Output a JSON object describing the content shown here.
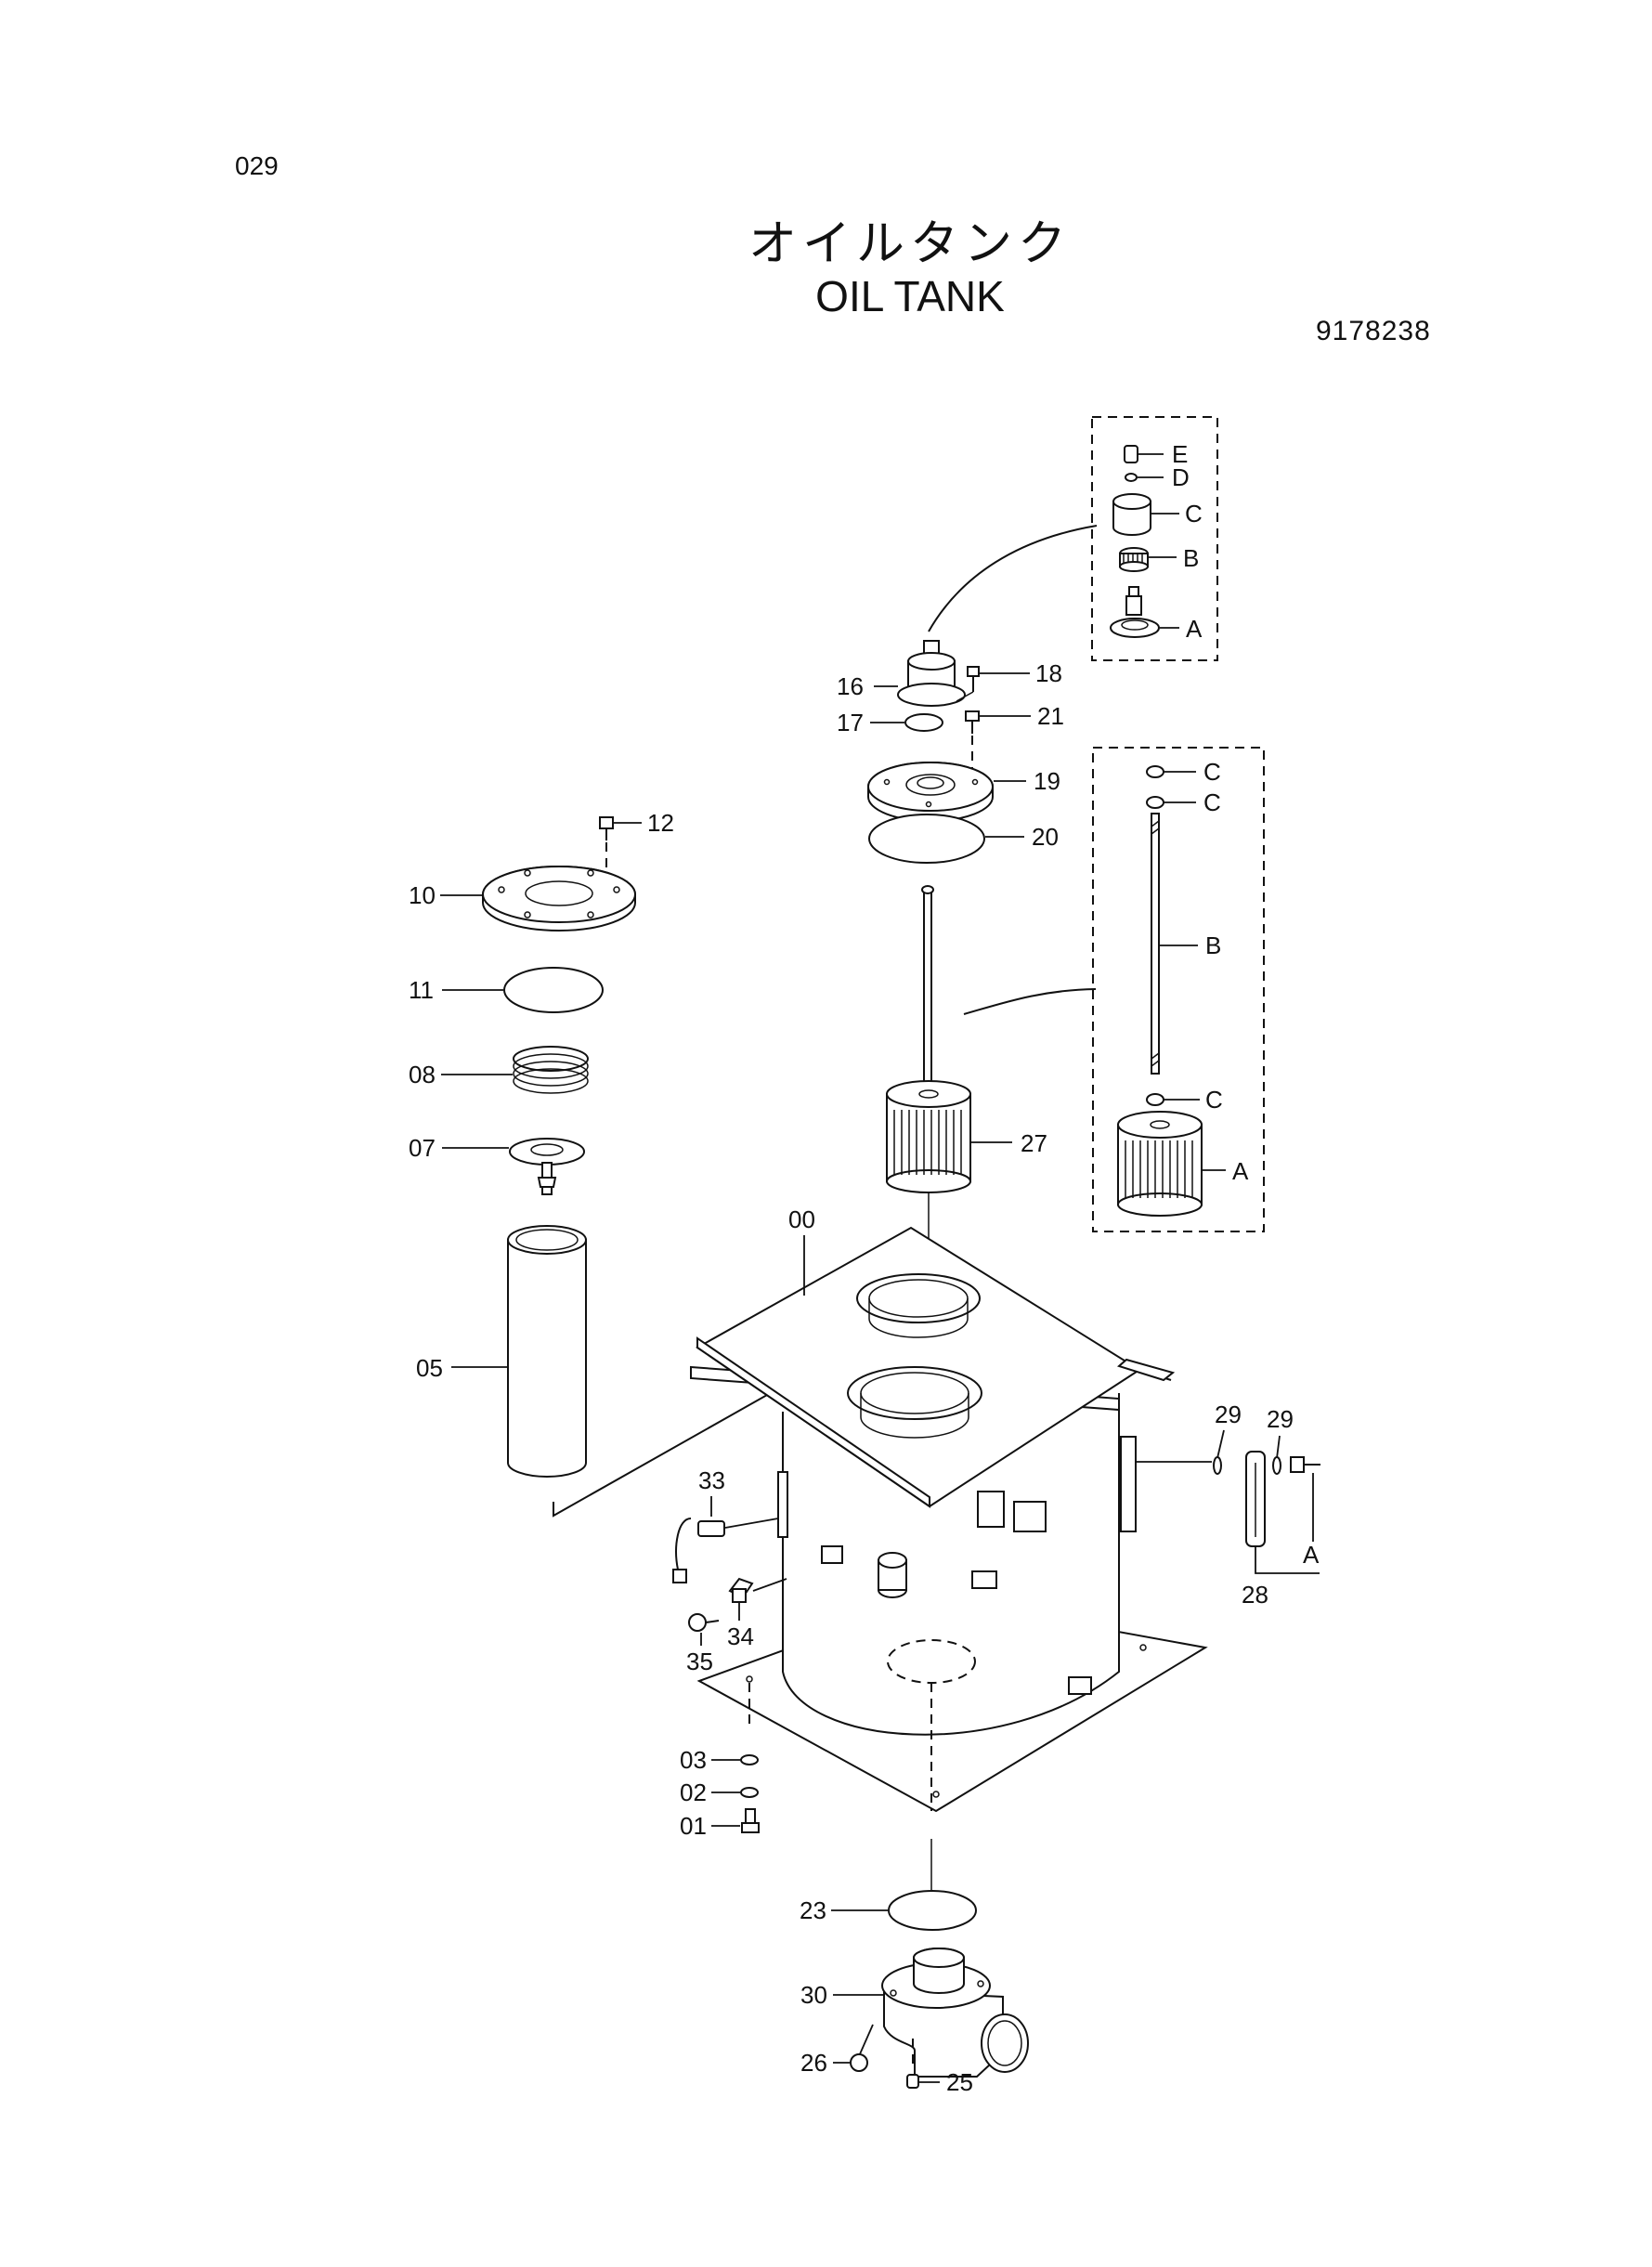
{
  "header": {
    "page_number": "029",
    "title_jp": "オイルタンク",
    "title_en": "OIL TANK",
    "drawing_number": "9178238"
  },
  "callouts": {
    "c00": "00",
    "c01": "01",
    "c02": "02",
    "c03": "03",
    "c05": "05",
    "c07": "07",
    "c08": "08",
    "c10": "10",
    "c11": "11",
    "c12": "12",
    "c16": "16",
    "c17": "17",
    "c18": "18",
    "c19": "19",
    "c20": "20",
    "c21": "21",
    "c23": "23",
    "c25": "25",
    "c26": "26",
    "c27": "27",
    "c28": "28",
    "c29a": "29",
    "c29b": "29",
    "c30": "30",
    "c33": "33",
    "c34": "34",
    "c35": "35",
    "cA_side": "A"
  },
  "inset_cap": {
    "items": [
      "E",
      "D",
      "C",
      "B",
      "A"
    ]
  },
  "inset_filter": {
    "items": [
      "C",
      "C",
      "B",
      "C",
      "A"
    ]
  }
}
